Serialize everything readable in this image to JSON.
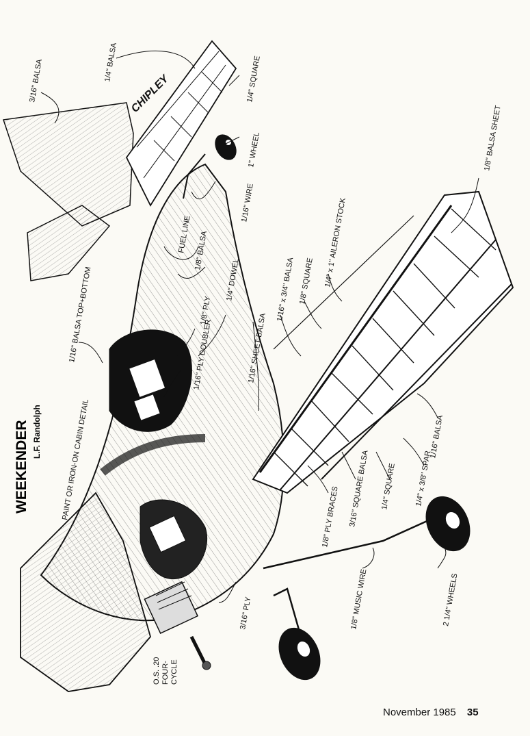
{
  "title": "WEEKENDER",
  "author": "L.F. Randolph",
  "logo_text": "CHIPLEY",
  "footer": {
    "issue": "November 1985",
    "page": "35"
  },
  "callouts": {
    "fin_balsa": "3/16\" BALSA",
    "stab_balsa": "1/4\" BALSA",
    "quarter_square_tail": "1/4\" SQUARE",
    "tail_wheel": "1\" WHEEL",
    "tail_wire": "1/16\" WIRE",
    "wing_sheet": "1/8\" BALSA SHEET",
    "fuel_line": "FUEL LINE",
    "eighth_balsa": "1/8\" BALSA",
    "dowel": "1/4\" DOWEL",
    "eighth_ply": "1/8\" PLY",
    "ply_doubler": "1/16\" PLY DOUBLER",
    "top_bottom": "1/16\" BALSA TOP+BOTTOM",
    "sheet_balsa": "1/16\" SHEET BALSA",
    "spar_balsa": "1/16\" x 3/4\" BALSA",
    "eighth_square": "1/8\" SQUARE",
    "aileron_stock": "1/4\" x 1\" AILERON STOCK",
    "cabin_detail": "PAINT OR IRON-ON CABIN DETAIL",
    "ply_braces": "1/8\" PLY BRACES",
    "square_balsa": "3/16\" SQUARE BALSA",
    "quarter_square": "1/4\" SQUARE",
    "spar": "1/4\" x 3/8\" SPAR",
    "te_balsa": "1/16\" BALSA",
    "ply_front": "3/16\" PLY",
    "music_wire": "1/8\" MUSIC WIRE",
    "main_wheels": "2 1/4\" WHEELS",
    "engine_line1": "O.S. .20",
    "engine_line2": "FOUR-",
    "engine_line3": "CYCLE"
  }
}
